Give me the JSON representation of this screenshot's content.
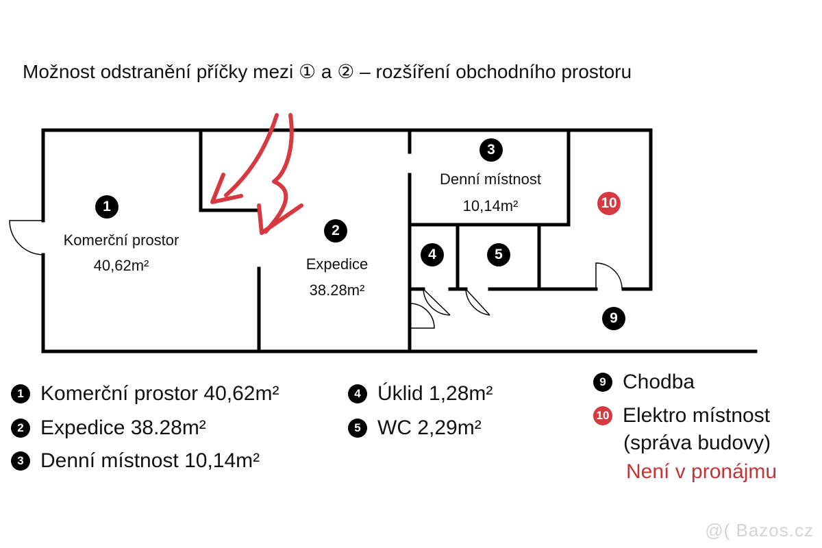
{
  "title": "Možnost odstranění příčky mezi ① a ② – rozšíření obchodního prostoru",
  "plan": {
    "rooms": [
      {
        "num": "1",
        "name": "Komerční prostor",
        "area": "40,62m²"
      },
      {
        "num": "2",
        "name": "Expedice",
        "area": "38.28m²"
      },
      {
        "num": "3",
        "name": "Denní místnost",
        "area": "10,14m²"
      },
      {
        "num": "4"
      },
      {
        "num": "5"
      },
      {
        "num": "9"
      },
      {
        "num": "10"
      }
    ],
    "arrow_color": "#d8383f"
  },
  "legend": {
    "items": [
      {
        "num": "1",
        "text": "Komerční prostor 40,62m²"
      },
      {
        "num": "2",
        "text": "Expedice 38.28m²"
      },
      {
        "num": "3",
        "text": "Denní místnost 10,14m²"
      },
      {
        "num": "4",
        "text": "Úklid 1,28m²"
      },
      {
        "num": "5",
        "text": "WC 2,29m²"
      },
      {
        "num": "9",
        "text": "Chodba"
      },
      {
        "num": "10",
        "text": "Elektro místnost",
        "extra": "(správa budovy)",
        "note": "Není v pronájmu"
      }
    ]
  },
  "watermark": "@( Bazos.cz",
  "colors": {
    "wall": "#000000",
    "accent_red": "#d8383f"
  }
}
